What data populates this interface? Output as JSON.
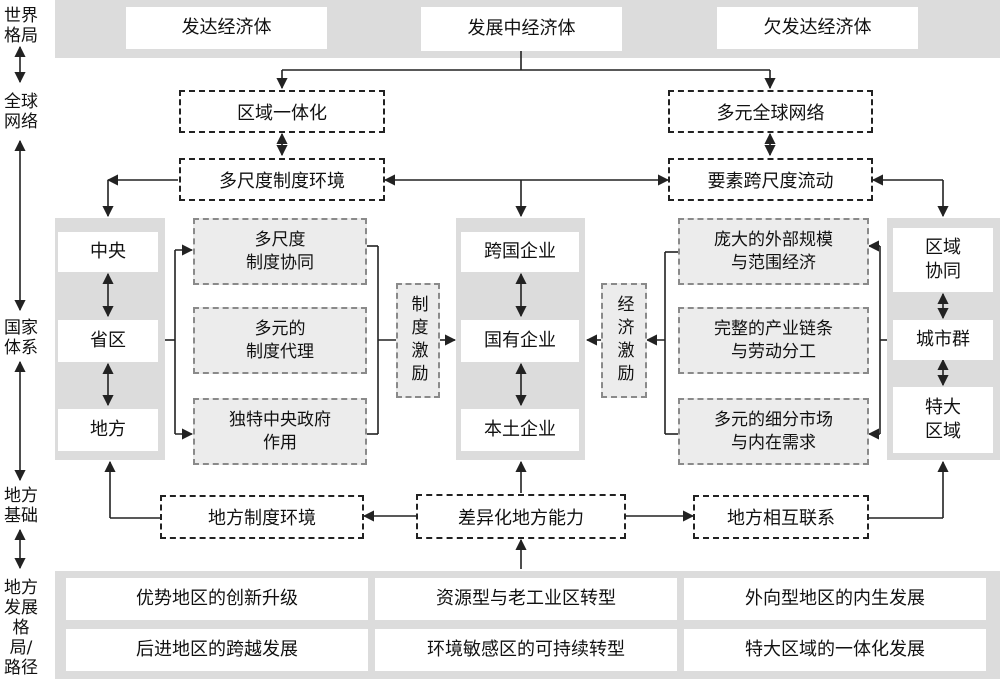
{
  "levels": {
    "world_pattern": "世界格局",
    "global_network": "全球网络",
    "national_system": "国家体系",
    "local_basis": "地方基础",
    "local_paths": "地方发展格局/路径"
  },
  "world": {
    "developed": "发达经济体",
    "developing": "发展中经济体",
    "less_developed": "欠发达经济体"
  },
  "global": {
    "regional_integration": "区域一体化",
    "diverse_network": "多元全球网络",
    "multi_scale_institution": "多尺度制度环境",
    "cross_scale_flow": "要素跨尺度流动"
  },
  "national": {
    "government": [
      "中央",
      "省区",
      "地方"
    ],
    "institution_mechanisms": [
      "多尺度\n制度协同",
      "多元的\n制度代理",
      "独特中央政府\n作用"
    ],
    "institution_incentive": "制度激励",
    "enterprises": [
      "跨国企业",
      "国有企业",
      "本土企业"
    ],
    "economic_incentive": "经济激励",
    "economic_advantages": [
      "庞大的外部规模\n与范围经济",
      "完整的产业链条\n与劳动分工",
      "多元的细分市场\n与内在需求"
    ],
    "regions": [
      "区域\n协同",
      "城市群",
      "特大\n区域"
    ]
  },
  "local": {
    "local_institution": "地方制度环境",
    "differentiated_capacity": "差异化地方能力",
    "local_linkages": "地方相互联系"
  },
  "paths": {
    "row1": [
      "优势地区的创新升级",
      "资源型与老工业区转型",
      "外向型地区的内生发展"
    ],
    "row2": [
      "后进地区的跨越发展",
      "环境敏感区的可持续转型",
      "特大区域的一体化发展"
    ]
  }
}
